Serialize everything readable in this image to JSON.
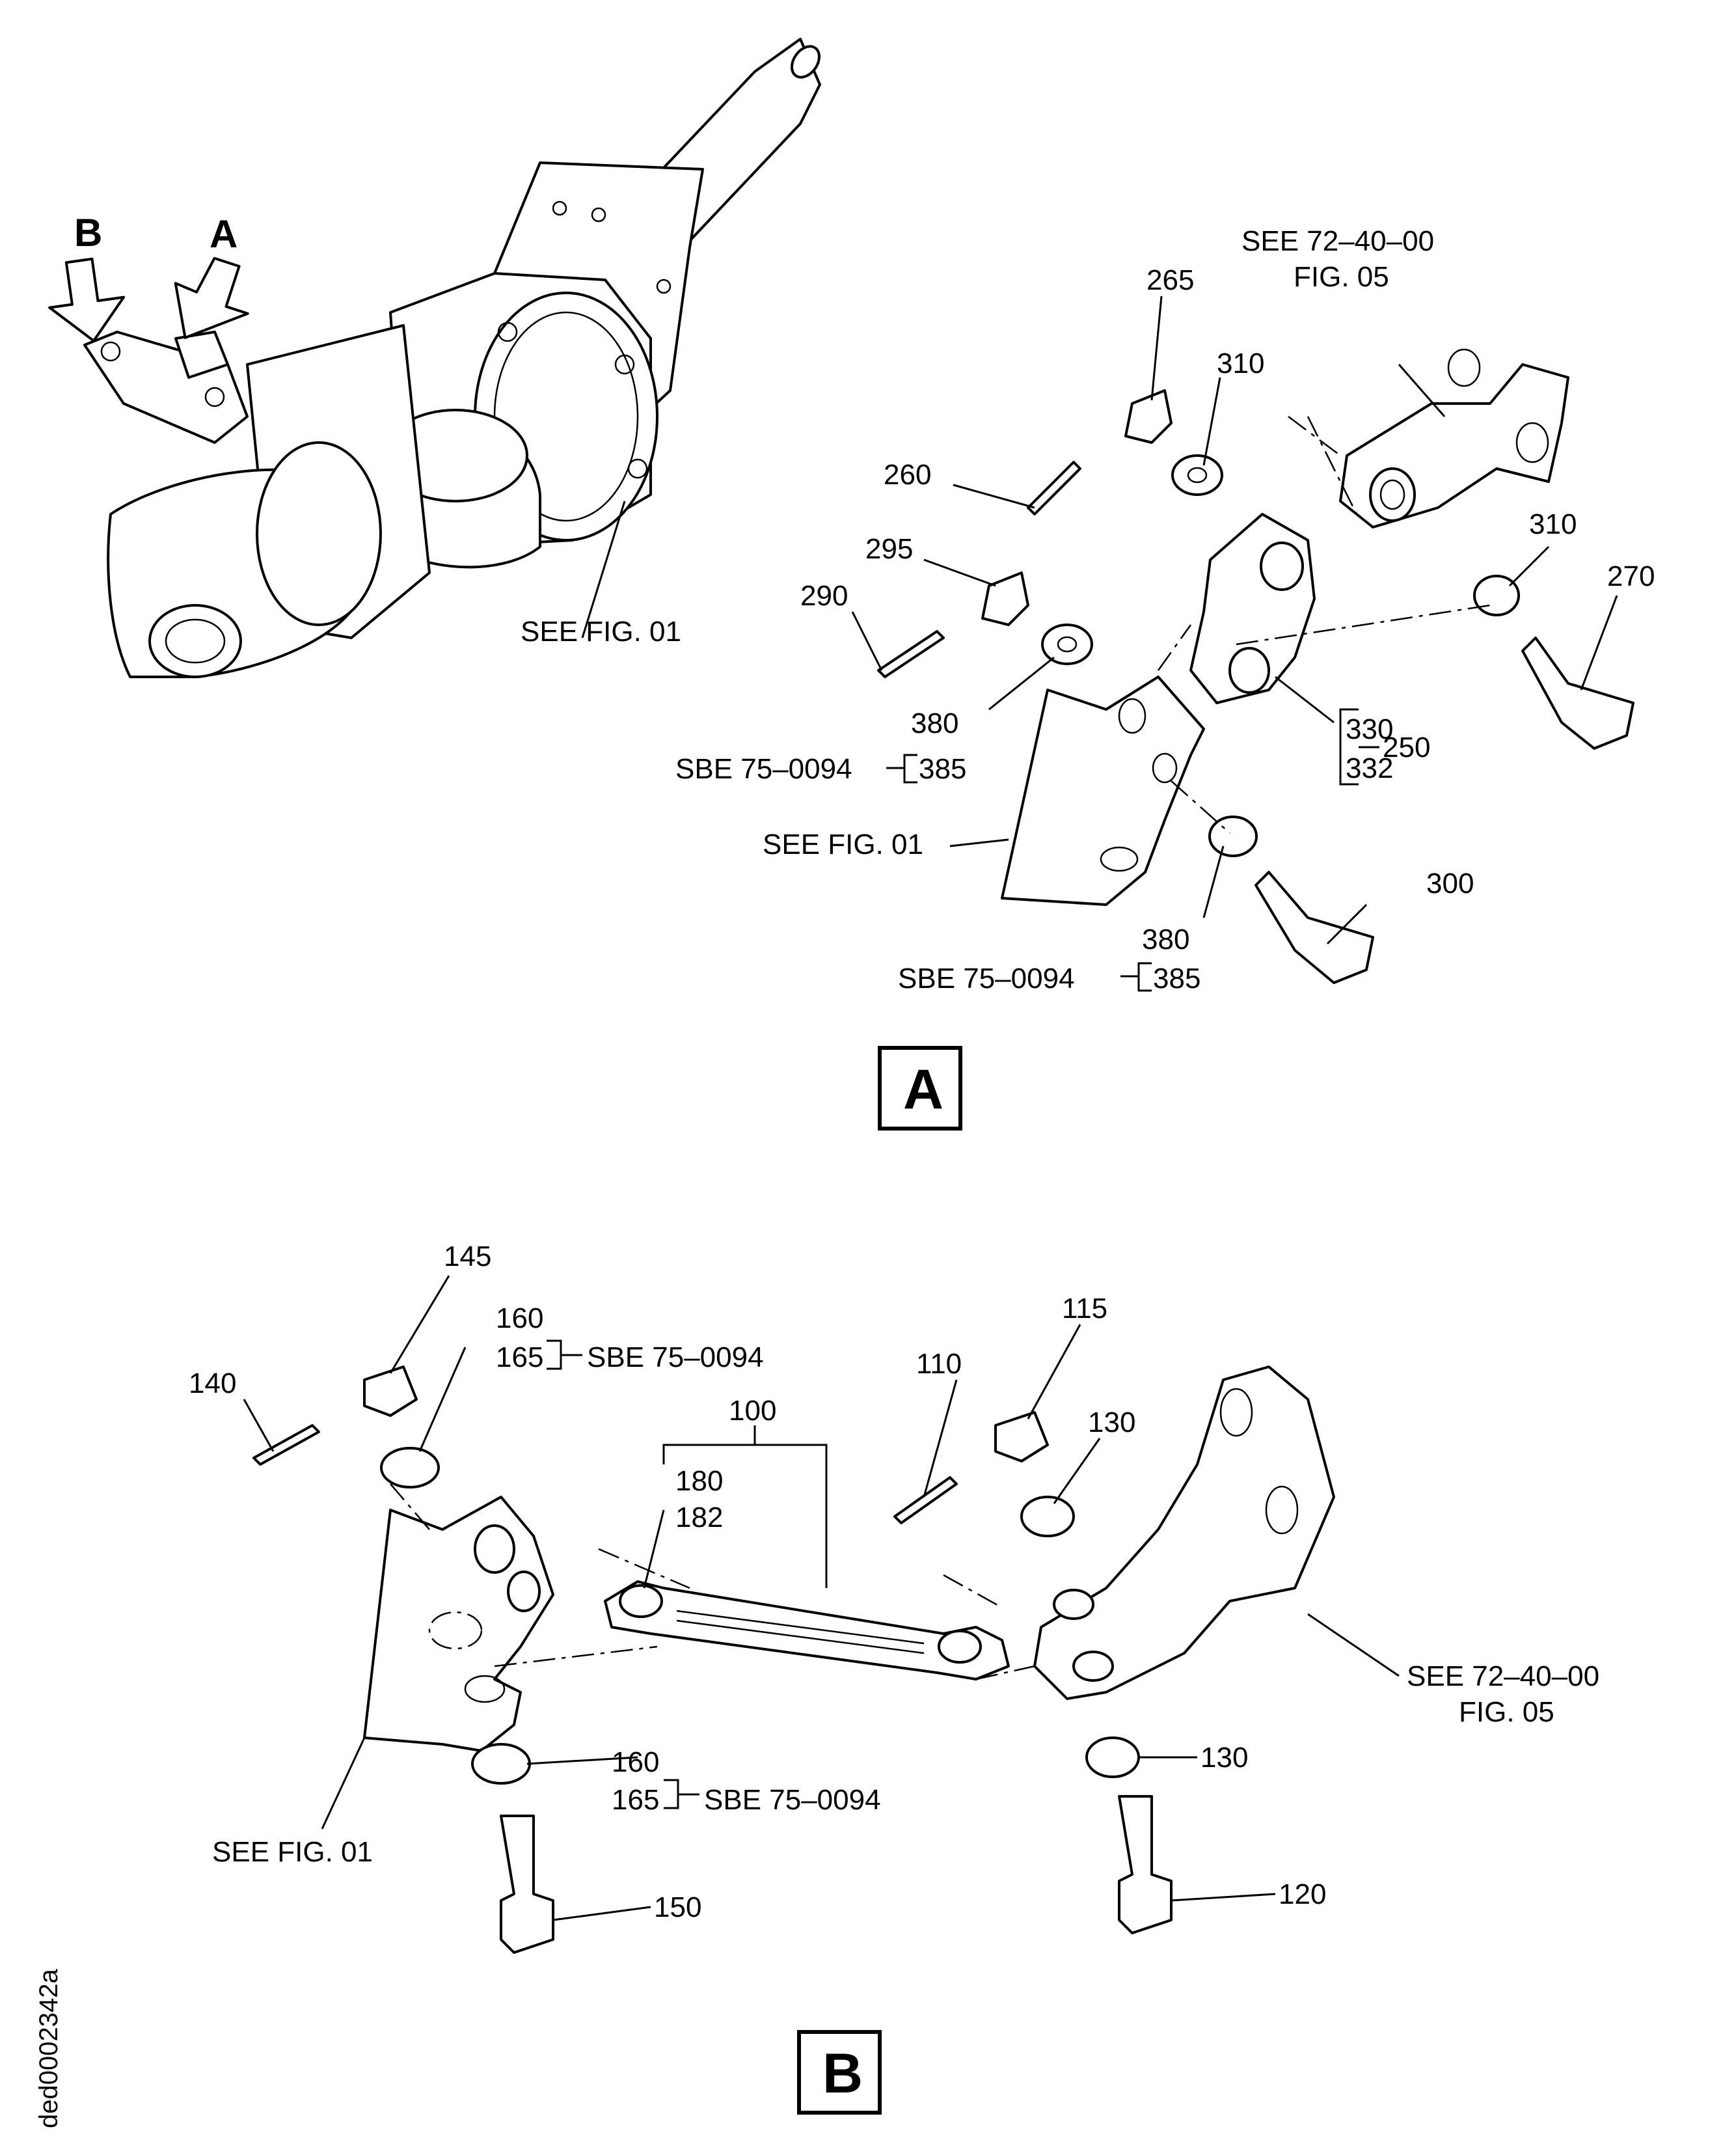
{
  "detail_a": {
    "view_label": "A",
    "callouts": {
      "265": "265",
      "310a": "310",
      "260": "260",
      "295": "295",
      "290": "290",
      "310b": "310",
      "270": "270",
      "380a": "380",
      "385a": "385",
      "330": "330",
      "332": "332",
      "250": "250",
      "300": "300",
      "380b": "380",
      "385b": "385"
    },
    "see_72_line1": "SEE 72–40–00",
    "see_72_line2": "FIG. 05",
    "sbe_a": "SBE 75–0094",
    "sbe_b": "SBE 75–0094",
    "see_fig_bracket": "SEE FIG. 01"
  },
  "overview": {
    "arrow_a": "A",
    "arrow_b": "B",
    "see_fig": "SEE FIG. 01"
  },
  "detail_b": {
    "view_label": "B",
    "callouts": {
      "145": "145",
      "160a": "160",
      "165a": "165",
      "140": "140",
      "100": "100",
      "180": "180",
      "182": "182",
      "110": "110",
      "115": "115",
      "130a": "130",
      "160b": "160",
      "165b": "165",
      "130b": "130",
      "150": "150",
      "120": "120"
    },
    "sbe_top": "SBE 75–0094",
    "sbe_bottom": "SBE 75–0094",
    "see_72_line1": "SEE 72–40–00",
    "see_72_line2": "FIG. 05",
    "see_fig": "SEE FIG. 01"
  },
  "figure_id": "ded0002342a"
}
